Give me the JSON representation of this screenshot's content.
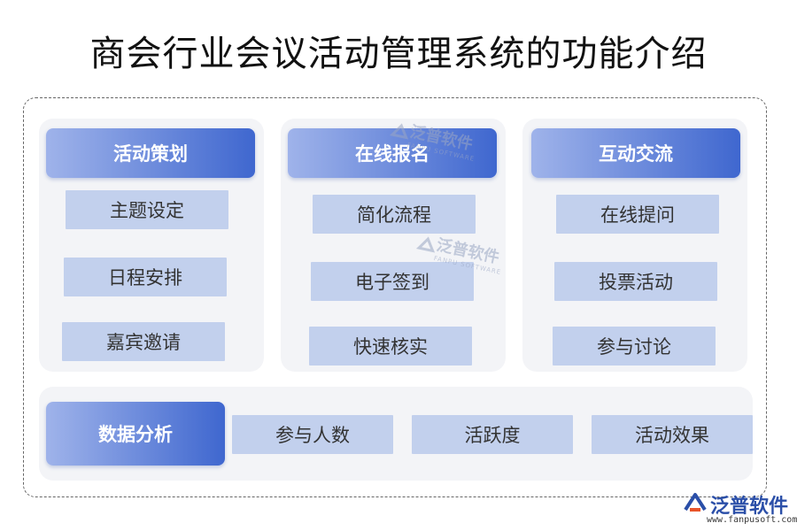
{
  "title": "商会行业会议活动管理系统的功能介绍",
  "columns": [
    {
      "header": "活动策划",
      "items": [
        "主题设定",
        "日程安排",
        "嘉宾邀请"
      ]
    },
    {
      "header": "在线报名",
      "items": [
        "简化流程",
        "电子签到",
        "快速核实"
      ]
    },
    {
      "header": "互动交流",
      "items": [
        "在线提问",
        "投票活动",
        "参与讨论"
      ]
    }
  ],
  "bottom": {
    "header": "数据分析",
    "items": [
      "参与人数",
      "活跃度",
      "活动效果"
    ]
  },
  "watermark": {
    "name": "泛普软件",
    "sub": "FANPU SOFTWARE"
  },
  "logo": {
    "name": "泛普软件",
    "url": "www.fanpusoft.com",
    "icon": "fanpu-logo-icon"
  },
  "colors": {
    "header_start": "#9fb3ea",
    "header_end": "#3f67cf",
    "item_bg": "#c2d0ed",
    "panel_bg": "#f3f4f7"
  }
}
